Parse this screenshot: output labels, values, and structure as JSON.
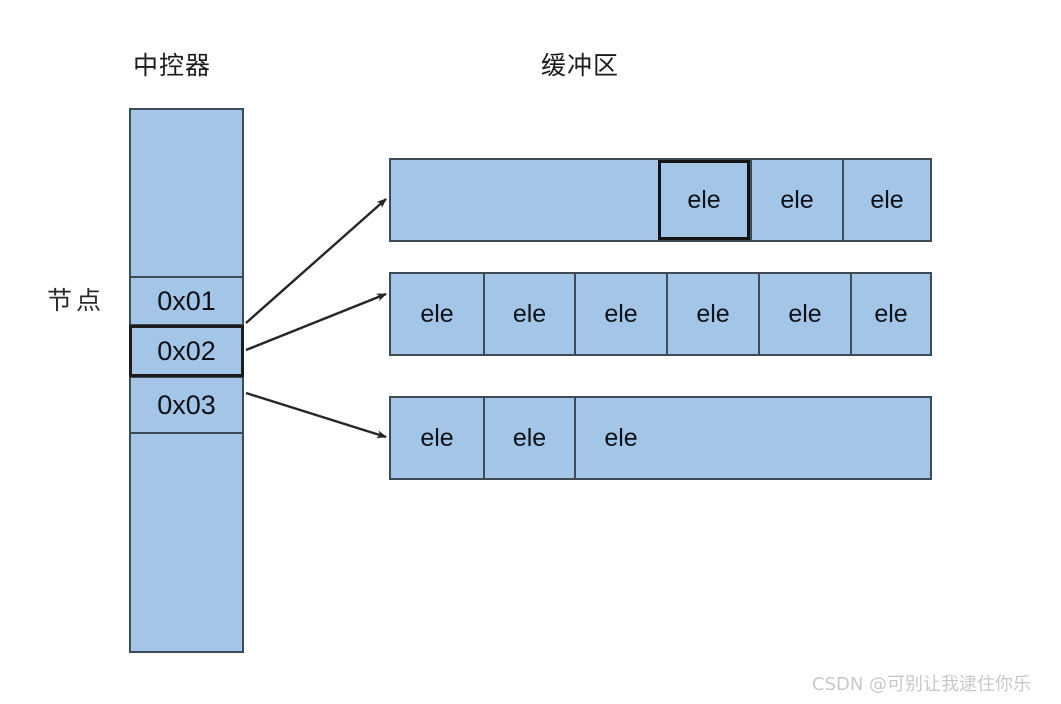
{
  "diagram": {
    "headings": {
      "controller": "中控器",
      "buffer": "缓冲区"
    },
    "labels": {
      "node": "节点"
    },
    "colors": {
      "cell_fill": "#a3c6e8",
      "cell_border": "#3d4a57",
      "emphasis_border": "#121212",
      "arrow": "#262626",
      "watermark": "#c9c9c9"
    },
    "controller": {
      "nodes": [
        {
          "address": "0x01",
          "emphasis": false
        },
        {
          "address": "0x02",
          "emphasis": true
        },
        {
          "address": "0x03",
          "emphasis": false
        }
      ]
    },
    "buffer": {
      "element_label": "ele",
      "rows": [
        {
          "from_node": "0x01",
          "capacity": 6,
          "filled": 3,
          "fill_side": "right",
          "emphasis_index": 3,
          "cells": [
            "",
            "",
            "",
            "ele",
            "ele",
            "ele"
          ]
        },
        {
          "from_node": "0x02",
          "capacity": 6,
          "filled": 6,
          "fill_side": "full",
          "emphasis_index": null,
          "cells": [
            "ele",
            "ele",
            "ele",
            "ele",
            "ele",
            "ele"
          ]
        },
        {
          "from_node": "0x03",
          "capacity": 6,
          "filled": 3,
          "fill_side": "left",
          "emphasis_index": null,
          "cells": [
            "ele",
            "ele",
            "ele",
            "",
            "",
            ""
          ]
        }
      ]
    },
    "connections": [
      {
        "from": "0x01",
        "to_row": 0
      },
      {
        "from": "0x02",
        "to_row": 1
      },
      {
        "from": "0x03",
        "to_row": 2
      }
    ],
    "watermark": "CSDN @可别让我逮住你乐"
  }
}
